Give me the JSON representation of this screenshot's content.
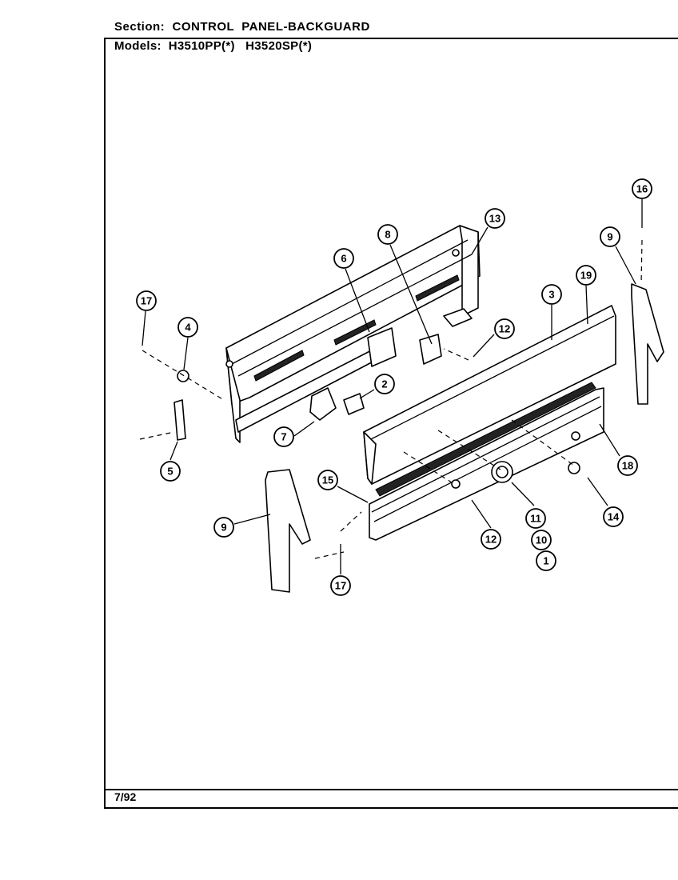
{
  "header": {
    "section_label": "Section:",
    "section_value": "CONTROL  PANEL-BACKGUARD",
    "models_label": "Models:",
    "models_value": "H3510PP(*)   H3520SP(*)"
  },
  "footer": {
    "date": "7/92"
  },
  "callouts": [
    {
      "id": "c16",
      "label": "16"
    },
    {
      "id": "c13",
      "label": "13"
    },
    {
      "id": "c8",
      "label": "8"
    },
    {
      "id": "c9a",
      "label": "9"
    },
    {
      "id": "c6",
      "label": "6"
    },
    {
      "id": "c19",
      "label": "19"
    },
    {
      "id": "c17a",
      "label": "17"
    },
    {
      "id": "c3",
      "label": "3"
    },
    {
      "id": "c4",
      "label": "4"
    },
    {
      "id": "c12a",
      "label": "12"
    },
    {
      "id": "c2",
      "label": "2"
    },
    {
      "id": "c7",
      "label": "7"
    },
    {
      "id": "c5",
      "label": "5"
    },
    {
      "id": "c18",
      "label": "18"
    },
    {
      "id": "c15",
      "label": "15"
    },
    {
      "id": "c14",
      "label": "14"
    },
    {
      "id": "c11",
      "label": "11"
    },
    {
      "id": "c9b",
      "label": "9"
    },
    {
      "id": "c12b",
      "label": "12"
    },
    {
      "id": "c10",
      "label": "10"
    },
    {
      "id": "c1",
      "label": "1"
    },
    {
      "id": "c17b",
      "label": "17"
    }
  ]
}
